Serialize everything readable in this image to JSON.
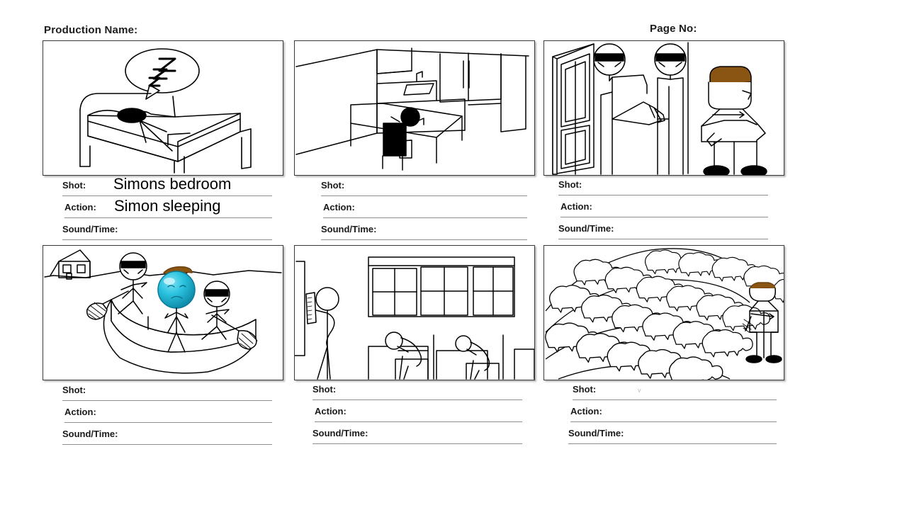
{
  "document": {
    "type": "storyboard-template",
    "production_name_label": "Production Name:",
    "production_name_value": "",
    "page_no_label": "Page No:",
    "page_no_value": "",
    "background_color": "#ffffff",
    "frame_border_color": "#3a3a3a",
    "rule_color": "#8e8e8e"
  },
  "field_labels": {
    "shot": "Shot:",
    "action": "Action:",
    "sound_time": "Sound/Time:"
  },
  "palette": {
    "ink": "#000000",
    "hair_brown": "#8a5512",
    "face_teal": "#17b3d4",
    "face_teal_dark": "#0d8aa8",
    "face_teal_light": "#7fe2f3",
    "shoe_black": "#000000",
    "sunglasses_black": "#000000"
  },
  "panels": [
    {
      "index": 1,
      "scene": "bedroom",
      "description": "Bed drawn in perspective with headboard, a dark oval head on the pillow, blanket folds, and a thought/speech balloon containing sleeping Zs.",
      "elements": [
        "bed",
        "headboard",
        "pillow",
        "sleeping-head",
        "blanket",
        "speech-balloon",
        "zzz-letters"
      ],
      "shot": "Simons bedroom",
      "action": "Simon sleeping",
      "sound_time": ""
    },
    {
      "index": 2,
      "scene": "kitchen",
      "description": "Kitchen interior in one-point perspective with upper cabinets, counter with sink and faucet, tall refrigerator, and a stick figure with a filled black torso seated at a table.",
      "elements": [
        "wall",
        "upper-cabinets",
        "counter",
        "sink",
        "faucet",
        "refrigerator",
        "table",
        "seated-figure",
        "chair"
      ],
      "shot": "",
      "action": "",
      "sound_time": ""
    },
    {
      "index": 3,
      "scene": "doorway-confrontation",
      "description": "Open panelled door on the left; two figures wearing black sunglasses standing in the doorway, one reaching forward; on the right a figure with brown hair, hands on hips and black shoes.",
      "elements": [
        "panelled-door",
        "door-frame",
        "sunglasses-figure-1",
        "sunglasses-figure-2",
        "brown-haired-figure",
        "black-shoes"
      ],
      "shot": "",
      "action": "",
      "sound_time": ""
    },
    {
      "index": 4,
      "scene": "rowboat-on-water",
      "description": "Rowboat on a wavy water line with a small house on the far shore; two sunglasses stick figures rowing with paddles and a teal glossy sad-faced character with brown hair seated in the middle.",
      "elements": [
        "house",
        "shoreline",
        "water-line",
        "rowboat",
        "rower-left",
        "rower-right",
        "paddle-left",
        "paddle-right",
        "teal-face-character"
      ],
      "shot": "",
      "action": "",
      "sound_time": ""
    },
    {
      "index": 5,
      "scene": "classroom",
      "description": "Classroom with a bank of three four-pane windows, a teacher stick figure at the left holding a ruler beside a whiteboard, and two students slumped asleep over their desks.",
      "elements": [
        "whiteboard",
        "teacher-figure",
        "ruler",
        "window-bank",
        "desk-1",
        "sleeping-student-1",
        "desk-2",
        "sleeping-student-2"
      ],
      "shot": "",
      "action": "",
      "sound_time": ""
    },
    {
      "index": 6,
      "scene": "counting-sheep-field",
      "description": "Rows of outlined sheep curving across a field with a brown-haired figure standing at the right holding a crook, black shoes.",
      "elements": [
        "sheep-rows",
        "field-arcs",
        "shepherd-figure",
        "crook",
        "black-shoes"
      ],
      "shot": "",
      "action": "",
      "sound_time": "",
      "artifact": "v"
    }
  ]
}
